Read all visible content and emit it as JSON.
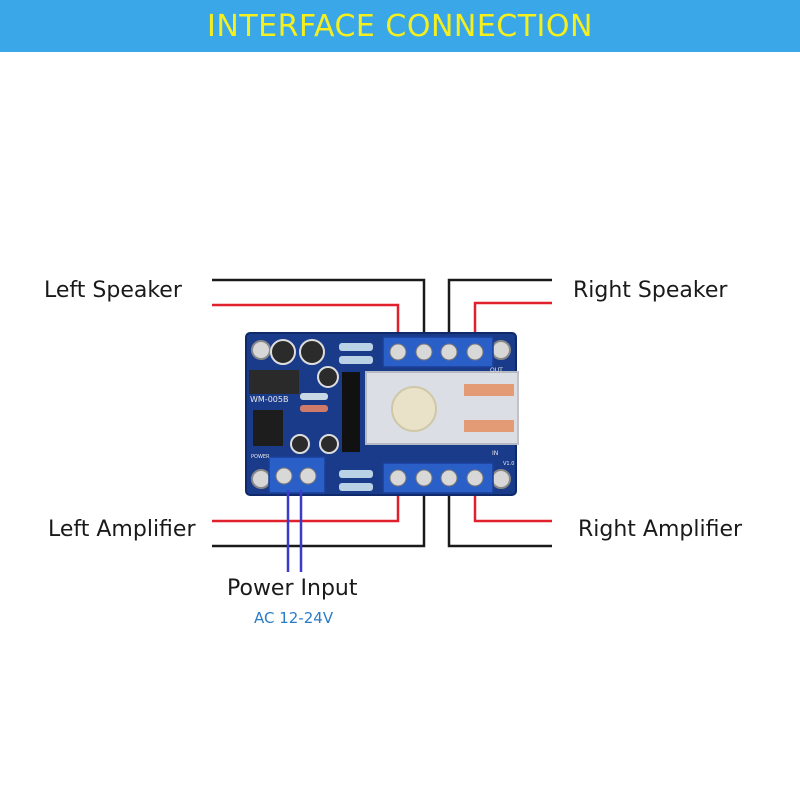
{
  "header": {
    "title": "INTERFACE CONNECTION"
  },
  "labels": {
    "left_speaker": "Left Speaker",
    "right_speaker": "Right Speaker",
    "left_amplifier": "Left  Amplifier",
    "right_amplifier": "Right  Amplifier",
    "power_input": "Power Input",
    "power_spec": "AC 12-24V"
  },
  "board": {
    "model": "WM-005B",
    "power_label": "POWER",
    "out_label": "OUT",
    "in_label": "IN",
    "version": "V1.0"
  },
  "colors": {
    "banner": "#3aa7e8",
    "title": "#f6ef1e",
    "pcb": "#1a3a8a",
    "terminal": "#2a5fc8",
    "wire_red": "#e0202a",
    "wire_black": "#1a1a1a",
    "wire_blue": "#3a3acc"
  }
}
